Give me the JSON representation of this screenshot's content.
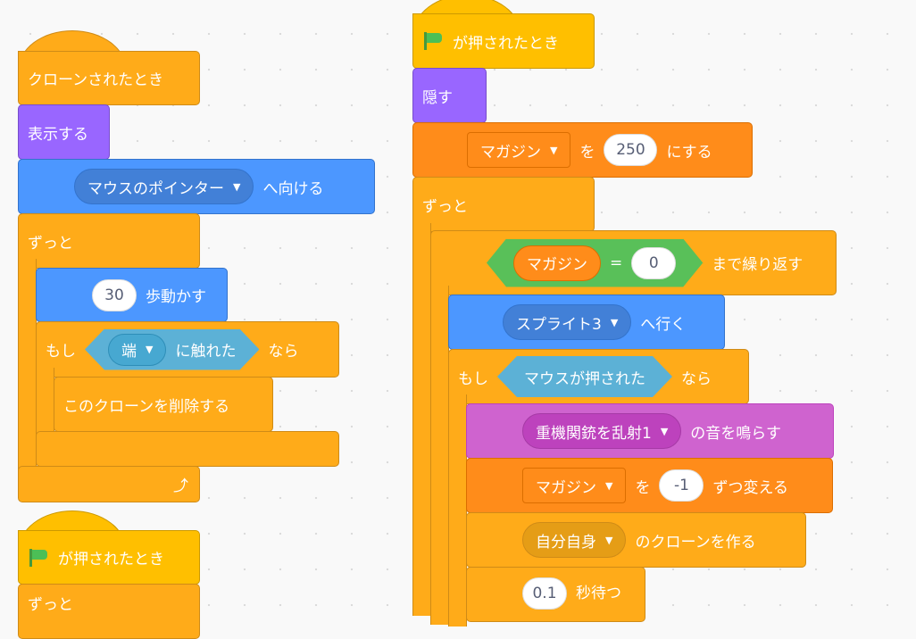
{
  "left_script": {
    "clone_hat": "クローンされたとき",
    "show": "表示する",
    "point_towards": {
      "target": "マウスのポインター",
      "suffix": "へ向ける"
    },
    "forever": "ずっと",
    "move": {
      "steps": "30",
      "suffix": "歩動かす"
    },
    "if": {
      "prefix": "もし",
      "target": "端",
      "touching": "に触れた",
      "suffix": "なら"
    },
    "delete_clone": "このクローンを削除する"
  },
  "left_script2": {
    "flag_hat": "が押されたとき",
    "forever": "ずっと"
  },
  "right_script": {
    "flag_hat": "が押されたとき",
    "hide": "隠す",
    "set_var": {
      "variable": "マガジン",
      "to": "を",
      "value": "250",
      "suffix": "にする"
    },
    "forever": "ずっと",
    "repeat_until": {
      "variable": "マガジン",
      "op": "=",
      "value": "0",
      "suffix": "まで繰り返す"
    },
    "go_to": {
      "target": "スプライト3",
      "suffix": "へ行く"
    },
    "if": {
      "prefix": "もし",
      "condition": "マウスが押された",
      "suffix": "なら"
    },
    "play_sound": {
      "sound": "重機関銃を乱射1",
      "suffix": "の音を鳴らす"
    },
    "change_var": {
      "variable": "マガジン",
      "by": "を",
      "value": "-1",
      "suffix": "ずつ変える"
    },
    "create_clone": {
      "target": "自分自身",
      "suffix": "のクローンを作る"
    },
    "wait": {
      "value": "0.1",
      "suffix": "秒待つ"
    }
  },
  "icons": {
    "dropdown": "▼",
    "loop_arrow": "⤴"
  }
}
